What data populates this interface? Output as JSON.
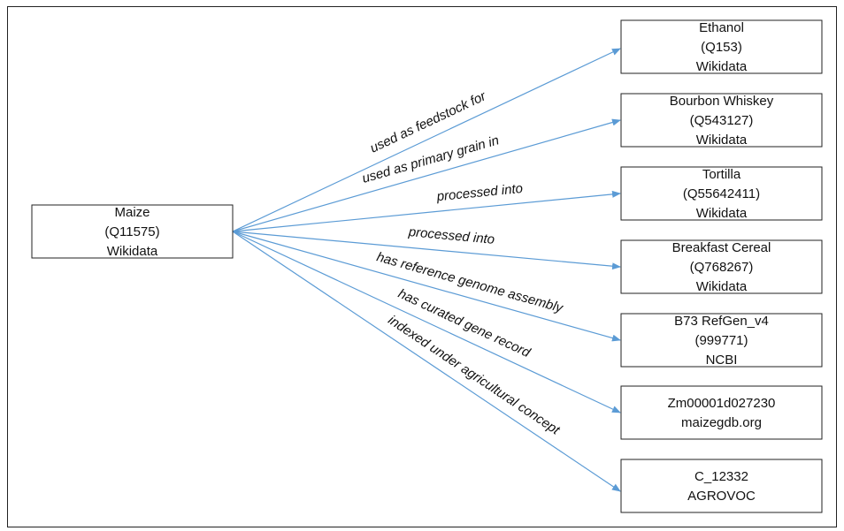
{
  "source": {
    "lines": [
      "Maize",
      "(Q11575)",
      "Wikidata"
    ]
  },
  "targets": [
    {
      "lines": [
        "Ethanol",
        "(Q153)",
        "Wikidata"
      ],
      "edge_label": "used as feedstock for"
    },
    {
      "lines": [
        "Bourbon Whiskey",
        "(Q543127)",
        "Wikidata"
      ],
      "edge_label": "used as primary grain in"
    },
    {
      "lines": [
        "Tortilla",
        "(Q55642411)",
        "Wikidata"
      ],
      "edge_label": "processed into"
    },
    {
      "lines": [
        "Breakfast Cereal",
        "(Q768267)",
        "Wikidata"
      ],
      "edge_label": "processed into"
    },
    {
      "lines": [
        "B73 RefGen_v4",
        "(999771)",
        "NCBI"
      ],
      "edge_label": "has reference genome assembly"
    },
    {
      "lines": [
        "Zm00001d027230",
        "maizegdb.org"
      ],
      "edge_label": "has curated gene record"
    },
    {
      "lines": [
        "C_12332",
        "AGROVOC"
      ],
      "edge_label": "indexed under agricultural concept"
    }
  ],
  "colors": {
    "edge": "#5b9bd5",
    "box_border": "#222222",
    "text": "#111111"
  }
}
